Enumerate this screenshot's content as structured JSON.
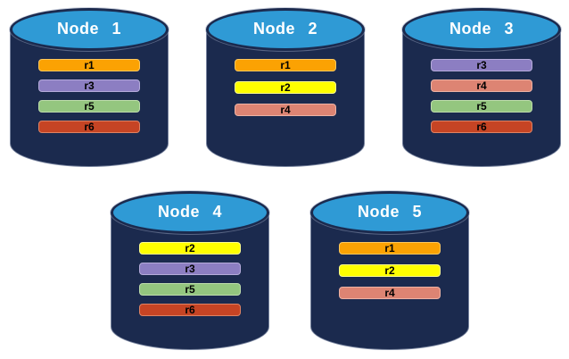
{
  "diagram": {
    "kind": "database-replica-distribution"
  },
  "palette": {
    "cylinder_body": "#1B2A4E",
    "cylinder_top": "#2F9AD5",
    "cylinder_edge": "#98A2BC",
    "title_color": "#FFFFFF",
    "bar_text": "#000000",
    "replicas": {
      "r1": {
        "fill": "#FBA203",
        "border": "#FEC85E"
      },
      "r2": {
        "fill": "#FFFF00",
        "border": "#FFFF8C"
      },
      "r3": {
        "fill": "#8C7EC2",
        "border": "#B5ABDA"
      },
      "r4": {
        "fill": "#DD8473",
        "border": "#EDB2A4"
      },
      "r5": {
        "fill": "#94C67F",
        "border": "#BEDDAB"
      },
      "r6": {
        "fill": "#C64424",
        "border": "#DE8263"
      }
    }
  },
  "nodes": [
    {
      "title": "Node 1",
      "replicas": [
        "r1",
        "r3",
        "r5",
        "r6"
      ]
    },
    {
      "title": "Node 2",
      "replicas": [
        "r1",
        "r2",
        "r4"
      ]
    },
    {
      "title": "Node 3",
      "replicas": [
        "r3",
        "r4",
        "r5",
        "r6"
      ]
    },
    {
      "title": "Node 4",
      "replicas": [
        "r2",
        "r3",
        "r5",
        "r6"
      ]
    },
    {
      "title": "Node 5",
      "replicas": [
        "r1",
        "r2",
        "r4"
      ]
    }
  ]
}
